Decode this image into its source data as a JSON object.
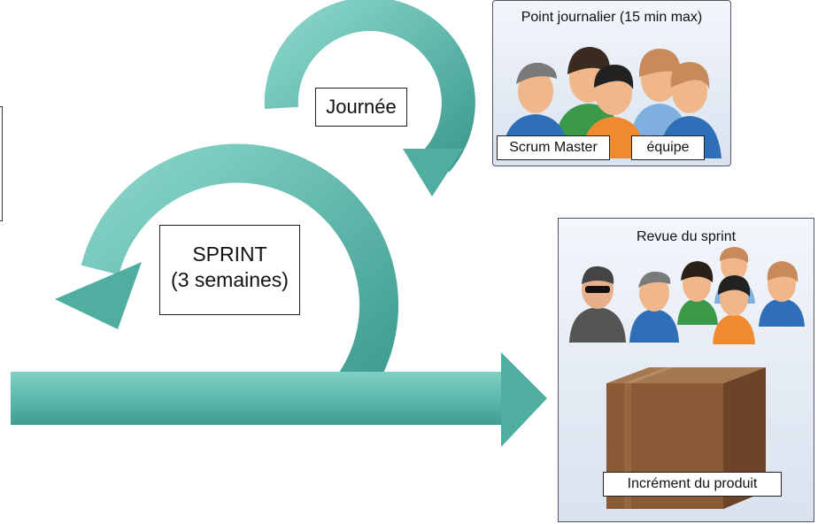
{
  "cycle": {
    "sprint_line1": "SPRINT",
    "sprint_line2": "(3 semaines)",
    "day_label": "Journée"
  },
  "daily_standup": {
    "title": "Point journalier (15 min max)",
    "scrum_master_label": "Scrum Master",
    "team_label": "équipe"
  },
  "sprint_review": {
    "title": "Revue du sprint",
    "increment_label": "Incrément du produit"
  },
  "colors": {
    "arrow_teal": "#5db9ac",
    "arrow_dark": "#3e9c90",
    "box_brown": "#8a5a36"
  }
}
